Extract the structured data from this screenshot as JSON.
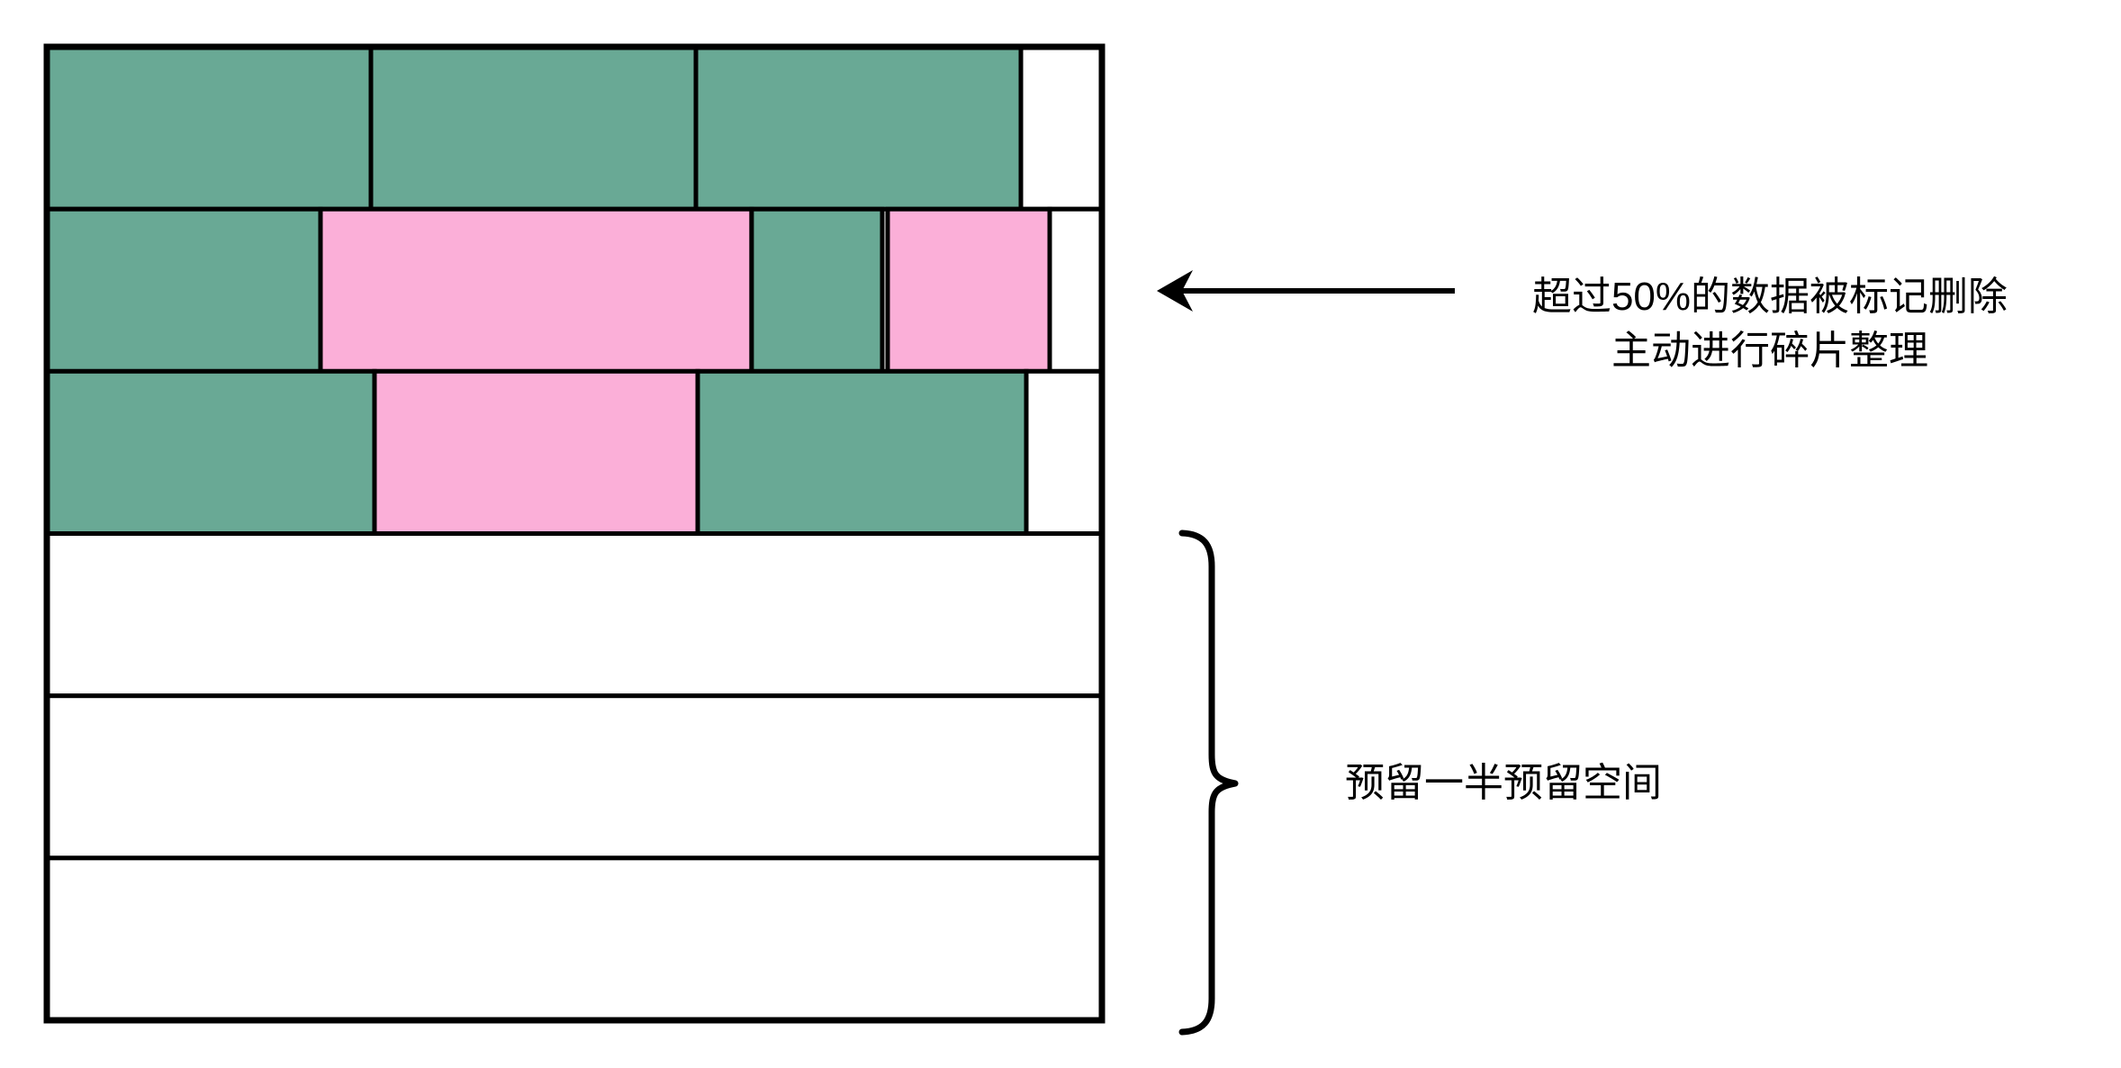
{
  "canvas": {
    "background": "#FFFFFF"
  },
  "palette": {
    "data": "#69A995",
    "deleted": "#FBAFD8",
    "free": "#FFFFFF",
    "stroke": "#000000"
  },
  "grid": {
    "rows": [
      {
        "segments": [
          {
            "type": "data",
            "span": [
              0,
              0.3072
            ]
          },
          {
            "type": "data",
            "span": [
              0.3072,
              0.6152
            ]
          },
          {
            "type": "data",
            "span": [
              0.6152,
              0.9232
            ]
          },
          {
            "type": "free",
            "span": [
              0.9232,
              1
            ]
          }
        ]
      },
      {
        "segments": [
          {
            "type": "data",
            "span": [
              0,
              0.2594
            ]
          },
          {
            "type": "deleted",
            "span": [
              0.2594,
              0.668
            ]
          },
          {
            "type": "data",
            "span": [
              0.668,
              0.7918
            ]
          },
          {
            "type": "deleted",
            "span": [
              0.7969,
              0.9505
            ]
          },
          {
            "type": "free",
            "span": [
              0.9505,
              1
            ]
          }
        ]
      },
      {
        "segments": [
          {
            "type": "data",
            "span": [
              0,
              0.3106
            ]
          },
          {
            "type": "deleted",
            "span": [
              0.3106,
              0.6169
            ]
          },
          {
            "type": "data",
            "span": [
              0.6169,
              0.9283
            ]
          },
          {
            "type": "free",
            "span": [
              0.9283,
              1
            ]
          }
        ]
      },
      {
        "segments": [
          {
            "type": "free",
            "span": [
              0,
              1
            ]
          }
        ]
      },
      {
        "segments": [
          {
            "type": "free",
            "span": [
              0,
              1
            ]
          }
        ]
      },
      {
        "segments": [
          {
            "type": "free",
            "span": [
              0,
              1
            ]
          }
        ]
      }
    ]
  },
  "annotations": {
    "defrag": {
      "line1": "超过50%的数据被标记删除",
      "line2": "主动进行碎片整理"
    },
    "reserved": {
      "label": "预留一半预留空间"
    }
  }
}
